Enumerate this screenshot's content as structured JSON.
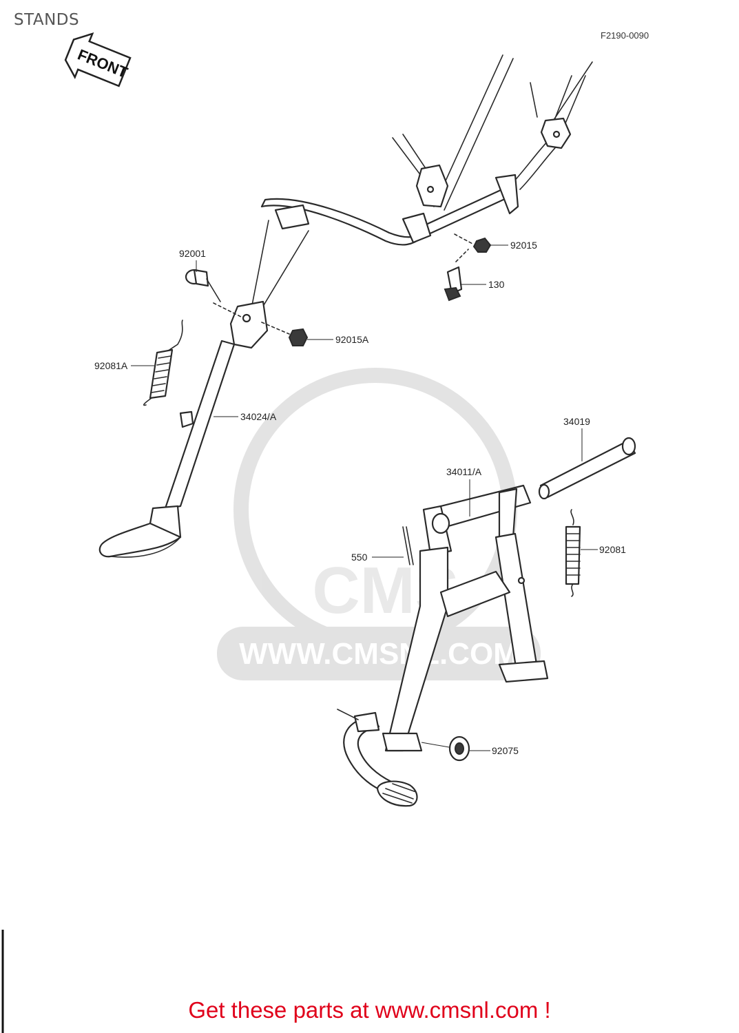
{
  "header": {
    "title": "STANDS",
    "figure_code": "F2190-0090"
  },
  "front_arrow": {
    "label": "FRONT",
    "icon": "front-direction-arrow-icon"
  },
  "watermark": {
    "text": "WWW.CMSNL.COM",
    "logo_text": "CMS",
    "color": "#d9d9d9"
  },
  "callouts": [
    {
      "id": "92001",
      "label": "92001"
    },
    {
      "id": "92015",
      "label": "92015"
    },
    {
      "id": "130",
      "label": "130"
    },
    {
      "id": "92015A",
      "label": "92015A"
    },
    {
      "id": "92081A",
      "label": "92081A"
    },
    {
      "id": "34024A",
      "label": "34024/A"
    },
    {
      "id": "34019",
      "label": "34019"
    },
    {
      "id": "34011A",
      "label": "34011/A"
    },
    {
      "id": "550",
      "label": "550"
    },
    {
      "id": "92081",
      "label": "92081"
    },
    {
      "id": "92075",
      "label": "92075"
    }
  ],
  "footer": {
    "text": "Get these parts at www.cmsnl.com !",
    "color": "#e0001a"
  }
}
